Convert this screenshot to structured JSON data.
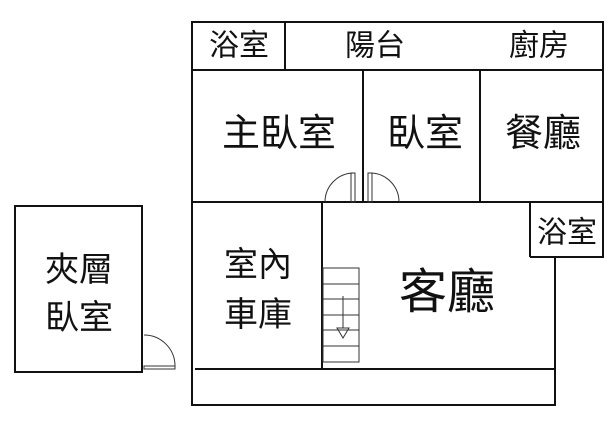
{
  "rooms": {
    "bathroom_top": "浴室",
    "balcony": "陽台",
    "kitchen": "廚房",
    "master_bedroom": "主臥室",
    "bedroom": "臥室",
    "dining_room": "餐廳",
    "bathroom_right": "浴室",
    "garage_line1": "室內",
    "garage_line2": "車庫",
    "living_room": "客廳",
    "mezzanine_line1": "夾層",
    "mezzanine_line2": "臥室"
  }
}
